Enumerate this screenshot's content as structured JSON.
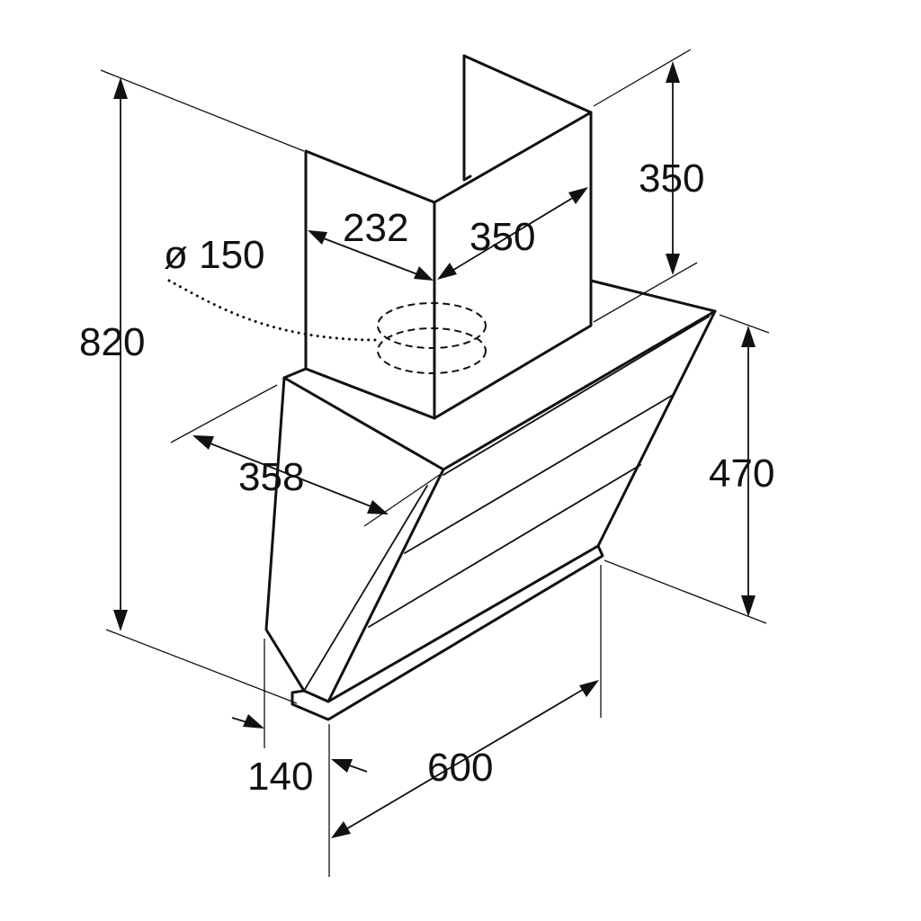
{
  "dimensions": {
    "total_height": "820",
    "chimney_height": "350",
    "chimney_width": "350",
    "chimney_depth": "232",
    "duct_diameter": "ø 150",
    "hood_depth": "358",
    "hood_height": "470",
    "hood_width": "600",
    "wall_clearance": "140"
  },
  "colors": {
    "line": "#111111",
    "background": "#ffffff"
  }
}
